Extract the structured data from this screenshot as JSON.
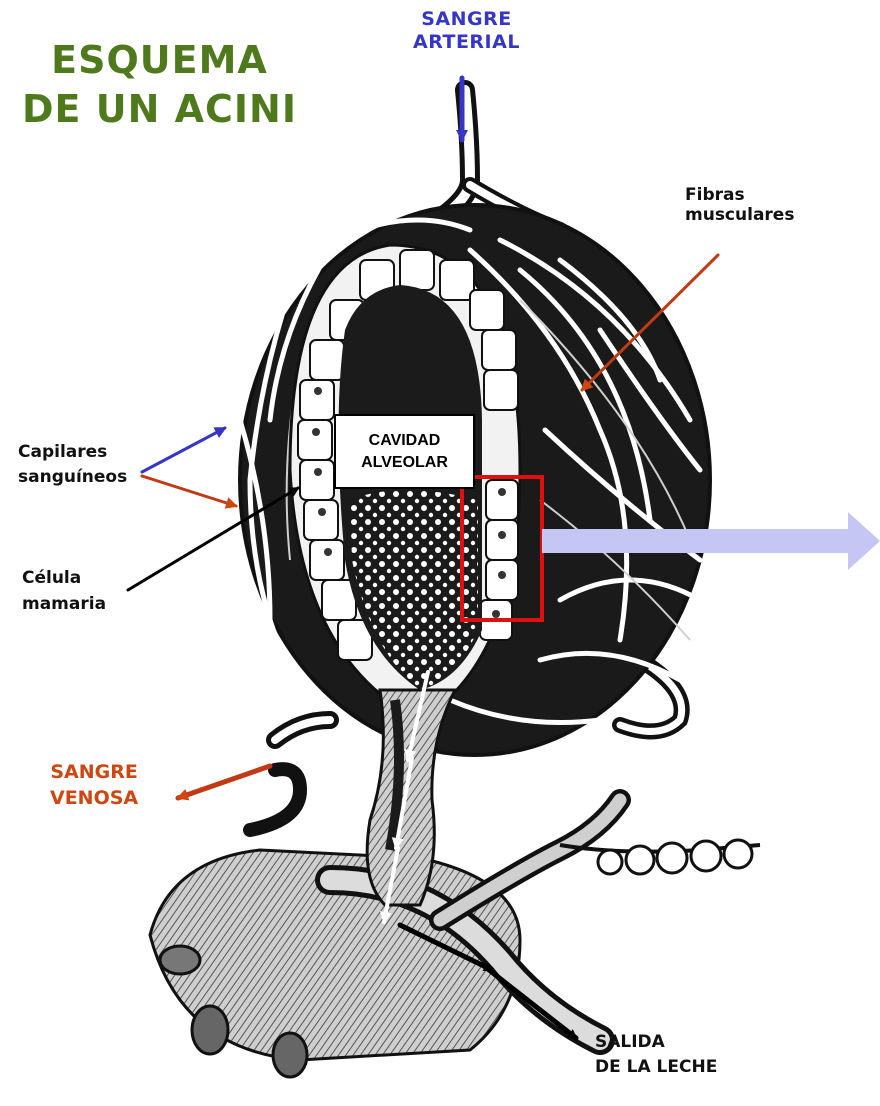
{
  "title": "ESQUEMA\nDE UN ACINI",
  "labels": {
    "sangre_arterial": "SANGRE\nARTERIAL",
    "fibras_musculares": "Fibras\nmusculares",
    "capilares_sanguineos": "Capilares\nsanguíneos",
    "celula_mamaria": "Célula\nmamaria",
    "cavidad_alveolar": "CAVIDAD\nALVEOLAR",
    "sangre_venosa": "SANGRE\nVENOSA",
    "salida_leche": "SALIDA\nDE LA LECHE"
  },
  "colors": {
    "title": "#4f7a1c",
    "arterial": "#3535c8",
    "venous": "#d1450f",
    "callout_box": "#e01010",
    "callout_arrow": "#c6c6f4",
    "drawing_ink": "#1a1a1a"
  }
}
